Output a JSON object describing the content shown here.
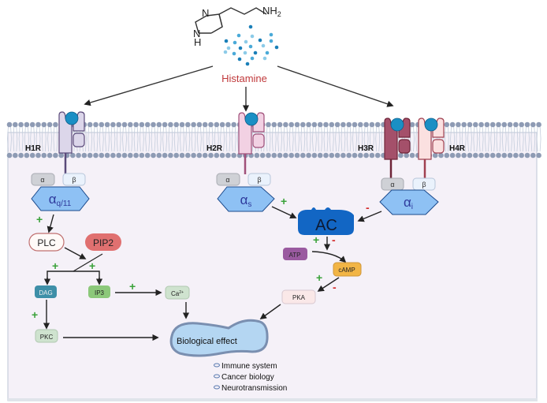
{
  "molecule": {
    "name": "Histamine",
    "atoms": {
      "n_top": "N",
      "n_bottom": "N",
      "h": "H",
      "amine": "NH",
      "amine_sub": "2"
    }
  },
  "receptors": [
    {
      "id": "h1r",
      "label": "H1R",
      "color": "#dcd6ea",
      "stroke": "#5a4a7a"
    },
    {
      "id": "h2r",
      "label": "H2R",
      "color": "#f2d1e3",
      "stroke": "#a0507a"
    },
    {
      "id": "h3r",
      "label": "H3R",
      "color": "#a4506a",
      "stroke": "#6e2438"
    },
    {
      "id": "h4r",
      "label": "H4R",
      "color": "#fbe0e0",
      "stroke": "#a04050"
    }
  ],
  "g_proteins": {
    "alpha_label": "α",
    "beta_label": "β",
    "gq": {
      "main": "α",
      "sub": "q/11"
    },
    "gs": {
      "main": "α",
      "sub": "s"
    },
    "gi": {
      "main": "α",
      "sub": "i"
    }
  },
  "nodes": {
    "plc": "PLC",
    "pip2": "PIP2",
    "dag": "DAG",
    "ip3": "IP3",
    "ca": "Ca",
    "ca_sup": "2+",
    "pkc": "PKC",
    "ac": "AC",
    "atp": "ATP",
    "camp": "cAMP",
    "pka": "PKA",
    "effect": "Biological effect"
  },
  "signs": {
    "plus": "+",
    "minus": "-"
  },
  "effects_list": [
    "Immune system",
    "Cancer biology",
    "Neurotransmission"
  ],
  "colors": {
    "histamine_text": "#c0393b",
    "ligand_blue": "#1a8fc4",
    "membrane_head": "#8e9bb4",
    "cell_bg": "#f5f1f8",
    "g_hex": "#8ec1f4",
    "ac_blue": "#1266c4",
    "plus_green": "#3aa23a",
    "minus_red": "#d42a2a",
    "pip2": "#e07070",
    "dag": "#3e8fa8",
    "ip3": "#8cc87a",
    "light_green": "#cfe3cf",
    "atp": "#9a5aa0",
    "camp": "#f2b545",
    "pka": "#fae8e8",
    "effect_fill": "#b4d6f2",
    "effect_stroke": "#7a8fb0"
  }
}
